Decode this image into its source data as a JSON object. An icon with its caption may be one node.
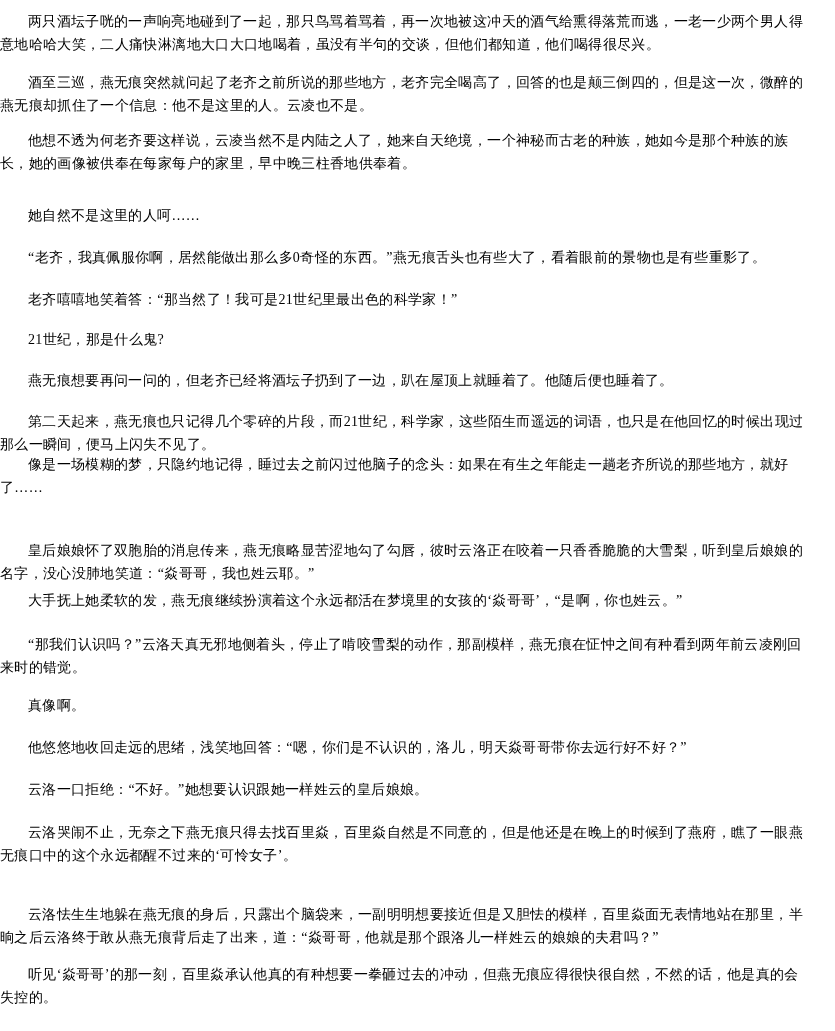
{
  "diagram": {
    "labels": [
      "两只酒坛子咣的一声响亮地碰到了一起，那只鸟骂着骂着，再一次地被这冲天的酒气给熏得落荒而逃，一老一少两个男人得意地哈哈大笑，二人痛快淋漓地大口大口地喝着，虽没有半句的交谈，但他们都知道，他们喝得很尽兴。",
      "酒至三巡，燕无痕突然就问起了老齐之前所说的那些地方，老齐完全喝高了，回答的也是颠三倒四的，但是这一次，微醉的燕无痕却抓住了一个信息：他不是这里的人。云凌也不是。",
      "他想不透为何老齐要这样说，云凌当然不是内陆之人了，她来自天绝境，一个神秘而古老的种族，她如今是那个种族的族长，她的画像被供奉在每家每户的家里，早中晚三柱香地供奉着。",
      "她自然不是这里的人呵……",
      "“老齐，我真佩服你啊，居然能做出那么多0奇怪的东西。”燕无痕舌头也有些大了，看着眼前的景物也是有些重影了。",
      "老齐嘻嘻地笑着答：“那当然了！我可是21世纪里最出色的科学家！”",
      "21世纪，那是什么鬼?",
      "燕无痕想要再问一问的，但老齐已经将酒坛子扔到了一边，趴在屋顶上就睡着了。他随后便也睡着了。",
      "第二天起来，燕无痕也只记得几个零碎的片段，而21世纪，科学家，这些陌生而遥远的词语，也只是在他回忆的时候出现过那么一瞬间，便马上闪失不见了。",
      "像是一场模糊的梦，只隐约地记得，睡过去之前闪过他脑子的念头：如果在有生之年能走一趟老齐所说的那些地方，就好了……",
      "皇后娘娘怀了双胞胎的消息传来，燕无痕略显苦涩地勾了勾唇，彼时云洛正在咬着一只香香脆脆的大雪梨，听到皇后娘娘的名字，没心没肺地笑道：“焱哥哥，我也姓云耶。”",
      "大手抚上她柔软的发，燕无痕继续扮演着这个永远都活在梦境里的女孩的‘焱哥哥’，“是啊，你也姓云。”",
      "“那我们认识吗？”云洛天真无邪地侧着头，停止了啃咬雪梨的动作，那副模样，燕无痕在怔忡之间有种看到两年前云凌刚回来时的错觉。",
      "真像啊。",
      "他悠悠地收回走远的思绪，浅笑地回答：“嗯，你们是不认识的，洛儿，明天焱哥哥带你去远行好不好？”",
      "云洛一口拒绝：“不好。”她想要认识跟她一样姓云的皇后娘娘。",
      "云洛哭闹不止，无奈之下燕无痕只得去找百里焱，百里焱自然是不同意的，但是他还是在晚上的时候到了燕府，瞧了一眼燕无痕口中的这个永远都醒不过来的‘可怜女子’。",
      "云洛怯生生地躲在燕无痕的身后，只露出个脑袋来，一副明明想要接近但是又胆怯的模样，百里焱面无表情地站在那里，半晌之后云洛终于敢从燕无痕背后走了出来，道：“焱哥哥，他就是那个跟洛儿一样姓云的娘娘的夫君吗？”",
      "听见‘焱哥哥’的那一刻，百里焱承认他真的有种想要一拳砸过去的冲动，但燕无痕应得很快很自然，不然的话，他是真的会失控的。"
    ]
  }
}
